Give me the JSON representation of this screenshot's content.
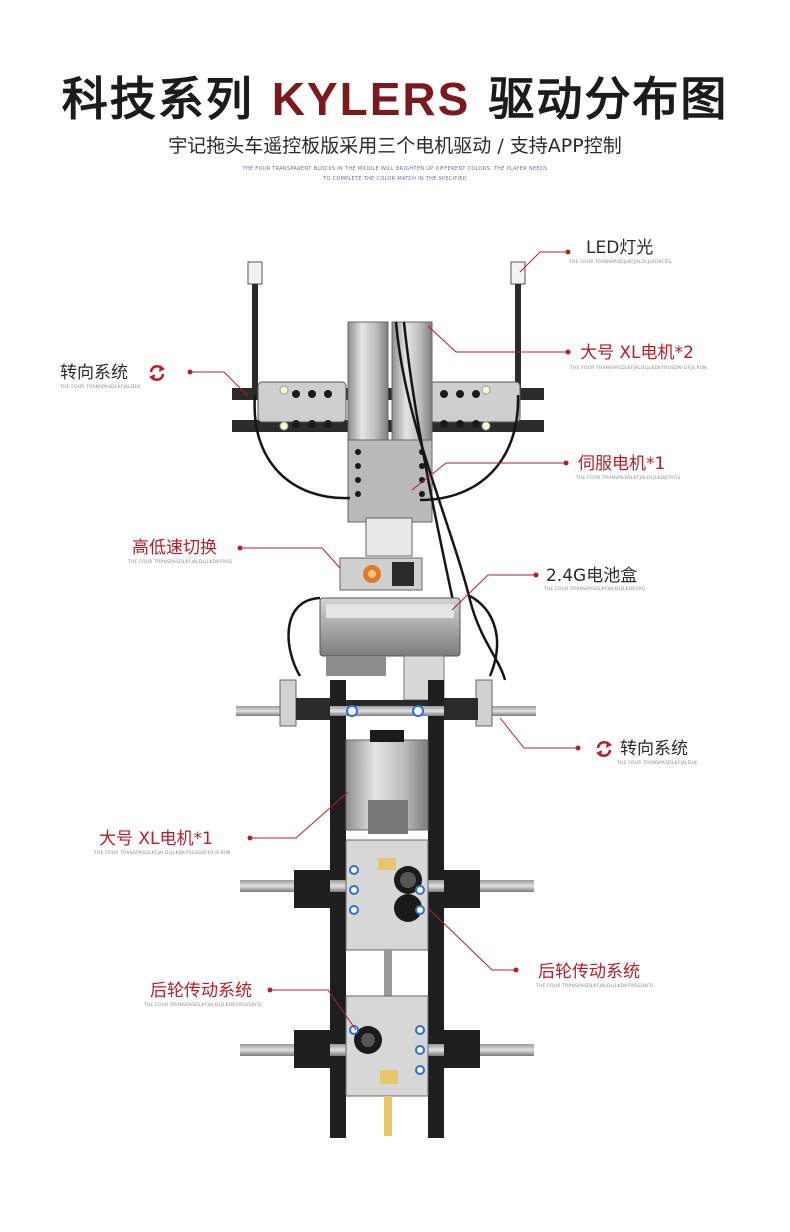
{
  "header": {
    "title_prefix": "科技系列",
    "title_brand": "KYLERS",
    "title_suffix": "驱动分布图",
    "subtitle": "宇记拖头车遥控板版采用三个电机驱动 / 支持APP控制",
    "fine_line_1": "THE FOUR TRANSPARENT BLOCKS IN THE MIDDLE WILL BRIGHTEN UP DIFFERENT COLORS. THE PLAYER NEEDS",
    "fine_line_2": "TO COMPLETE THE COLOR MATCH IN THE SPECIFIED"
  },
  "callouts": {
    "led": {
      "label": "LED灯光",
      "sub": "THE FOUR TRANSPASDJLKFJALDLJLKDKFRG"
    },
    "xl_motor_2": {
      "label": "大号 XL电机*2",
      "sub": "THE FOUR TRANSPASDLKFJALDLJLKDKFRGSDAFDFJS RIIN"
    },
    "steering_top": {
      "label": "转向系统",
      "sub": "THE FOUR TRANSPASDLKFJALDLK"
    },
    "servo": {
      "label": "伺服电机*1",
      "sub": "THE FOUR TRANSPASDLKFJALDLJLKDKFRGS"
    },
    "speed_switch": {
      "label": "高低速切换",
      "sub": "THE FOUR TRANSPASDLKFJALDLJLKDKFRGS"
    },
    "battery": {
      "label": "2.4G电池盒",
      "sub": "THE FOUR TRANSPASDLKFJALDLJLKDKFRG"
    },
    "steering_bottom": {
      "label": "转向系统",
      "sub": "THE FOUR TRANSPASDLKFJALDLK"
    },
    "xl_motor_1": {
      "label": "大号 XL电机*1",
      "sub": "THE FOUR TRANSPASDLKFJALDLJLKDKFRGSDAFDFJS RIIN"
    },
    "rear_drive_right": {
      "label": "后轮传动系统",
      "sub": "THE FOUR TRANSPASDLKFJALDLJLKDKFRGSDAFD"
    },
    "rear_drive_left": {
      "label": "后轮传动系统",
      "sub": "THE FOUR TRANSPASDLKFJALDLJLKDKFRGSDAFD"
    }
  },
  "colors": {
    "brand": "#7a1a1f",
    "callout_red": "#b3202a",
    "frame_black": "#1e1e1e",
    "gray_part": "#bdbdbd",
    "accent_orange": "#e07a2a",
    "pin_blue": "#2f6fd6"
  },
  "icons": {
    "rotate": "rotate-icon"
  }
}
